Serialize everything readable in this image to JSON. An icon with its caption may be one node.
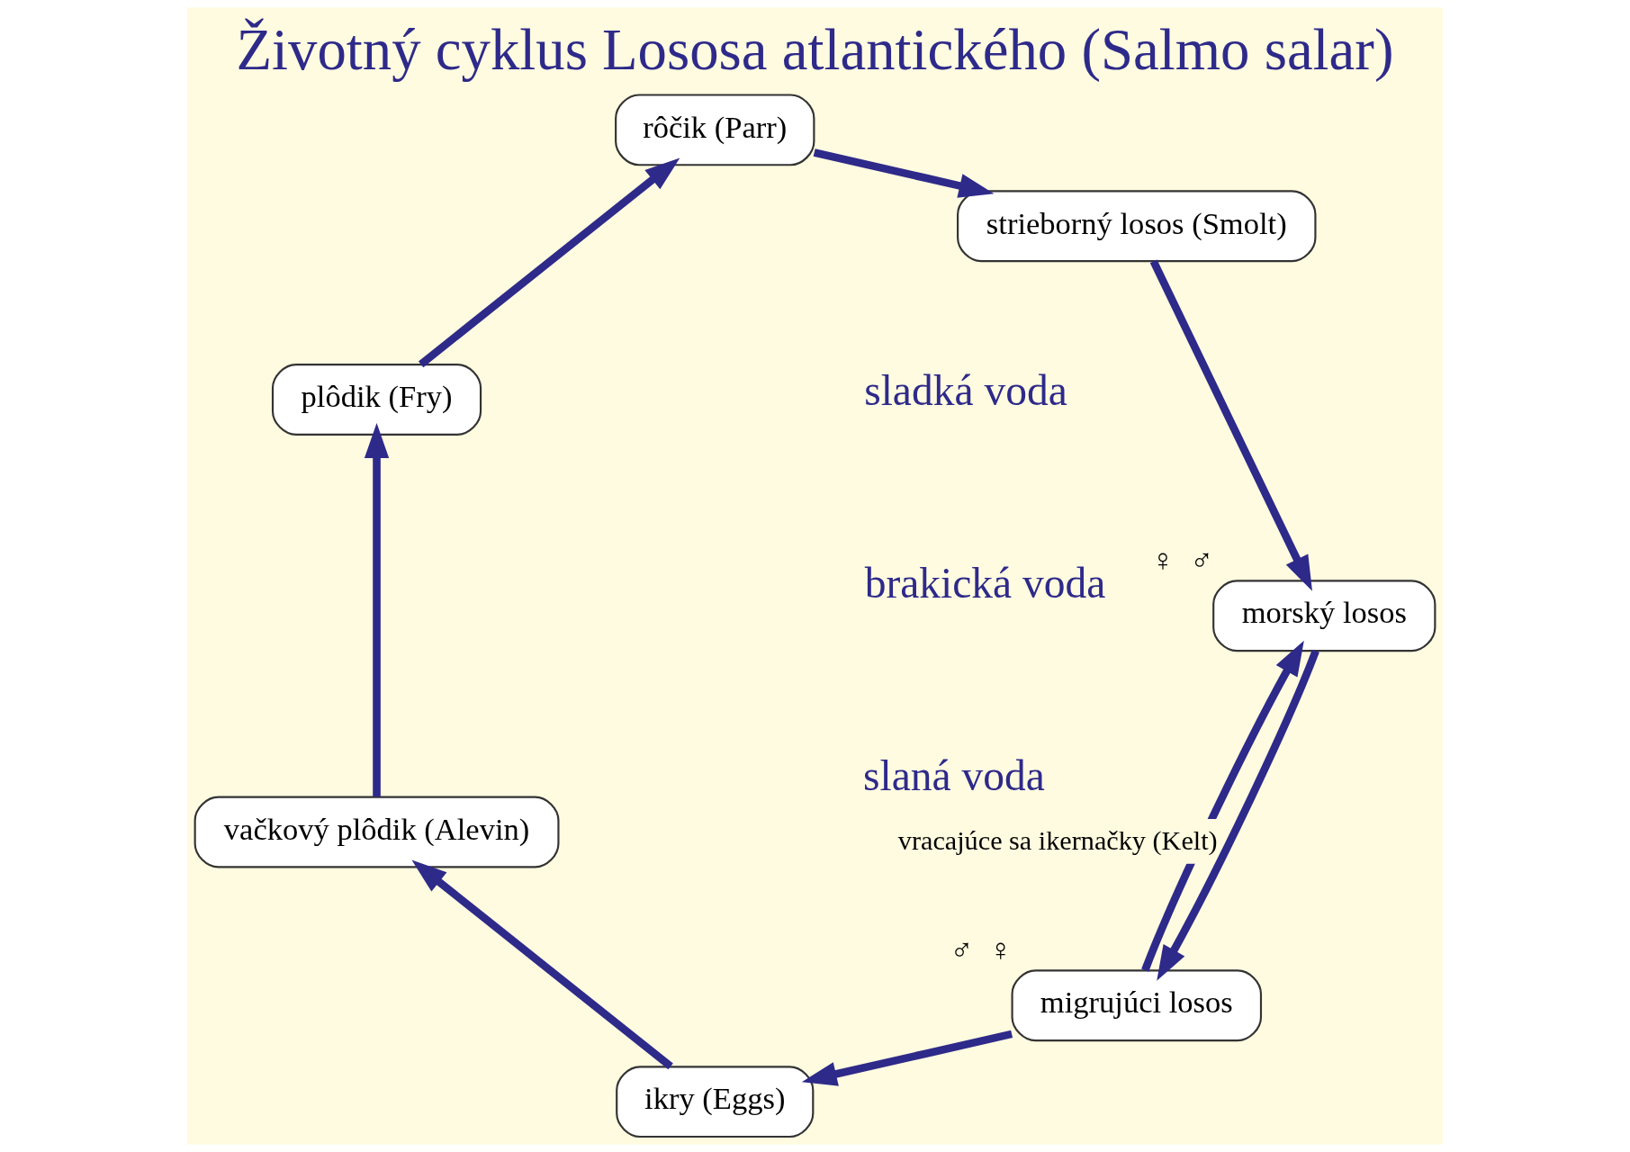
{
  "diagram": {
    "title": "Životný cyklus Lososa atlantického (Salmo salar)",
    "nodes": [
      {
        "text": [
          "migrujúci losos"
        ],
        "beside": [
          "♂",
          "♀"
        ]
      },
      {
        "text": [
          "ikry (Eggs)"
        ]
      },
      {
        "text": [
          "vačkový plôdik (Alevin)"
        ]
      },
      {
        "text": [
          "plôdik (Fry)"
        ]
      },
      {
        "text": [
          "rôčik (Parr)"
        ]
      },
      {
        "text": [
          "strieborný losos (Smolt)"
        ]
      },
      {
        "text": [
          "morský losos"
        ],
        "beside": [
          "♀",
          "♂"
        ]
      }
    ],
    "edges": [
      {
        "from": 0,
        "to": 1,
        "arrow": "to"
      },
      {
        "from": 1,
        "to": 2,
        "arrow": "to"
      },
      {
        "from": 2,
        "to": 3,
        "arrow": "to"
      },
      {
        "from": 3,
        "to": 4,
        "arrow": "to"
      },
      {
        "from": 4,
        "to": 5,
        "arrow": "to"
      },
      {
        "from": 5,
        "to": 6,
        "arrow": "to"
      },
      {
        "from": 6,
        "to": 0,
        "arrow": "to"
      },
      {
        "from": 0,
        "to": 6,
        "arrow": "to",
        "label": "vracajúce sa ikernačky (Kelt)"
      }
    ],
    "labels": [
      "brakická voda",
      "slaná voda",
      "sladká voda"
    ]
  }
}
